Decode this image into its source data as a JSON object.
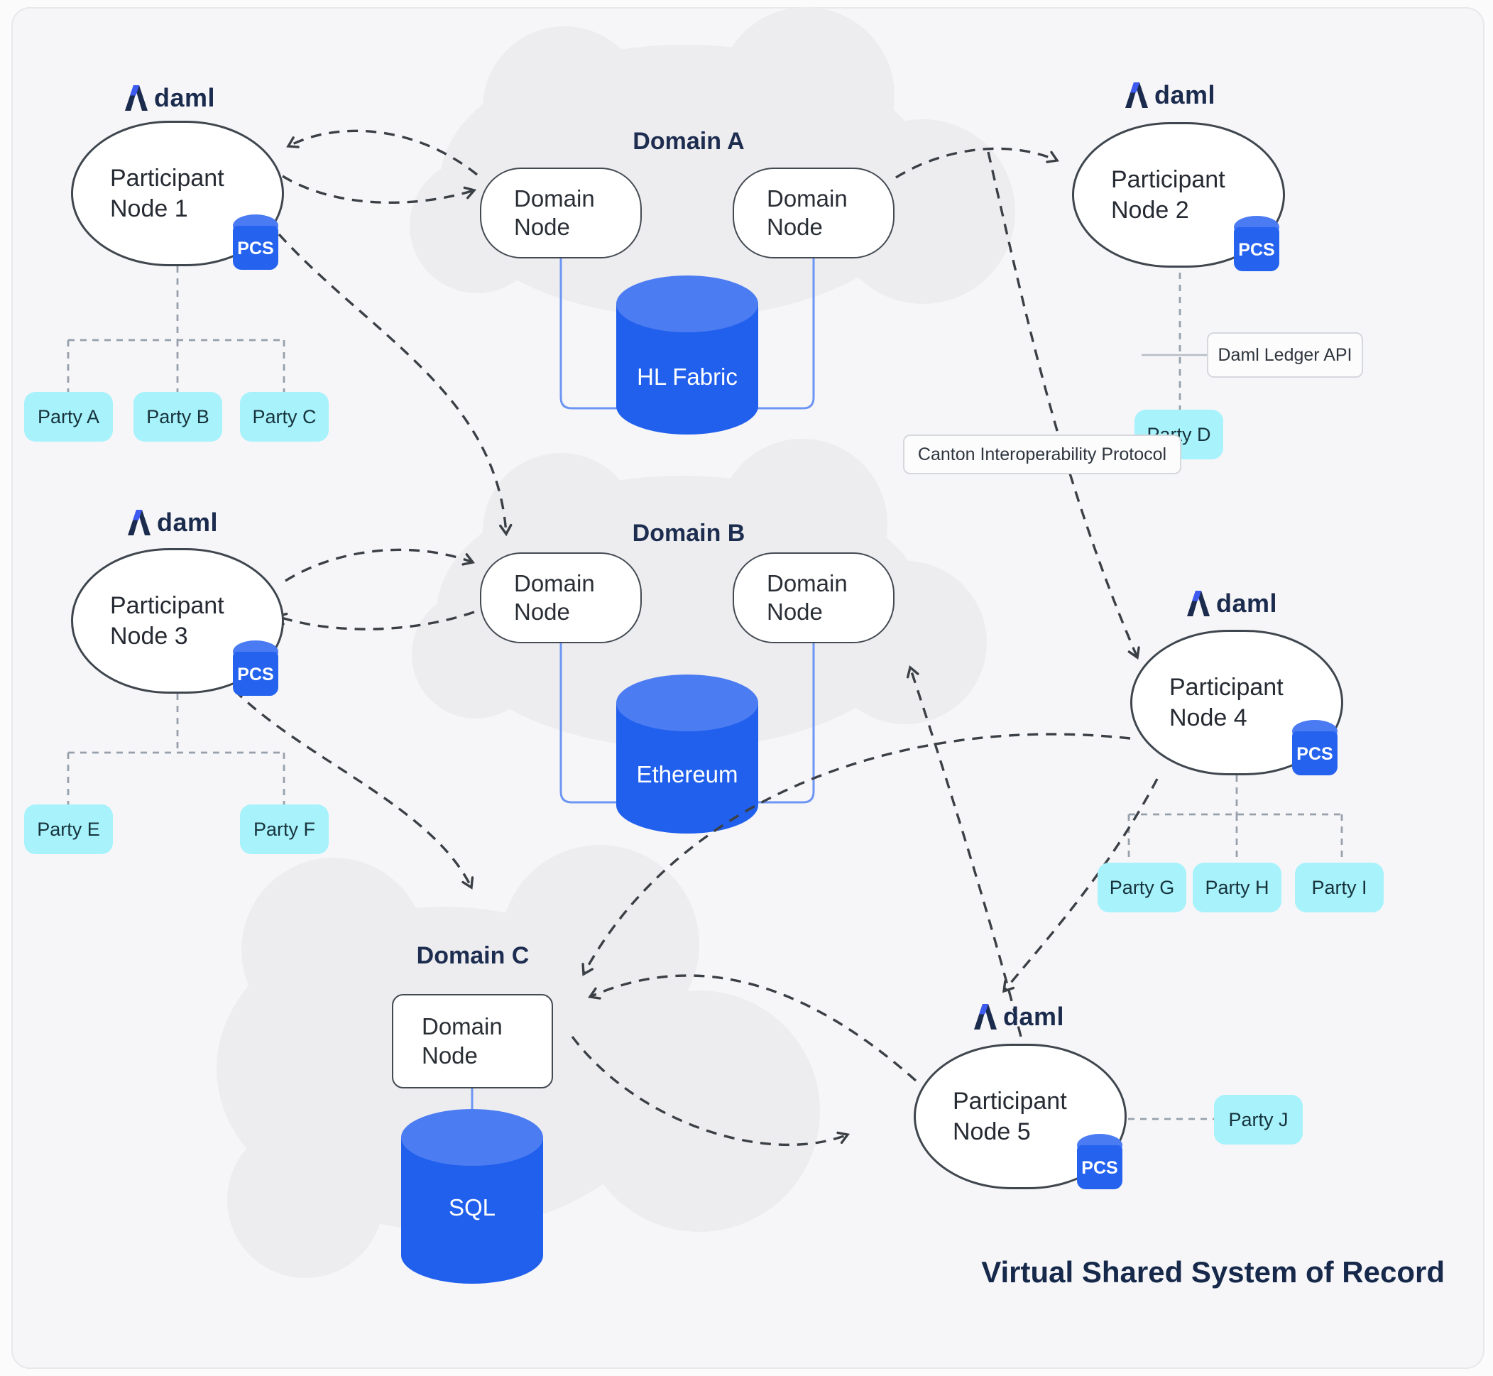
{
  "diagram_title": "Virtual Shared System of Record",
  "brand": {
    "logo_word": "daml"
  },
  "annotations": {
    "interop_protocol": "Canton Interoperability Protocol",
    "ledger_api": "Daml Ledger API"
  },
  "participants": [
    {
      "line1": "Participant",
      "line2": "Node 1",
      "badge": "PCS",
      "parties": [
        "Party A",
        "Party B",
        "Party C"
      ]
    },
    {
      "line1": "Participant",
      "line2": "Node 2",
      "badge": "PCS",
      "parties": [
        "Party D"
      ]
    },
    {
      "line1": "Participant",
      "line2": "Node 3",
      "badge": "PCS",
      "parties": [
        "Party E",
        "Party F"
      ]
    },
    {
      "line1": "Participant",
      "line2": "Node 4",
      "badge": "PCS",
      "parties": [
        "Party G",
        "Party H",
        "Party I"
      ]
    },
    {
      "line1": "Participant",
      "line2": "Node 5",
      "badge": "PCS",
      "parties": [
        "Party J"
      ]
    }
  ],
  "domains": [
    {
      "name": "Domain A",
      "node_line1": "Domain",
      "node_line2": "Node",
      "node_count": 2,
      "ledger": "HL Fabric"
    },
    {
      "name": "Domain B",
      "node_line1": "Domain",
      "node_line2": "Node",
      "node_count": 2,
      "ledger": "Ethereum"
    },
    {
      "name": "Domain C",
      "node_line1": "Domain",
      "node_line2": "Node",
      "node_count": 1,
      "ledger": "SQL"
    }
  ],
  "colors": {
    "accent_blue": "#2563ef",
    "cylinder_body": "#2160ed",
    "cylinder_top": "#4c7cf2",
    "party_fill": "#a7f2fb",
    "navy": "#1b2b4d",
    "cloud": "#ededef",
    "node_border": "#3f464e",
    "arrow_dash": "#3b4046",
    "tree_dash": "#97a0ab",
    "blue_connector": "#6d96f4"
  }
}
